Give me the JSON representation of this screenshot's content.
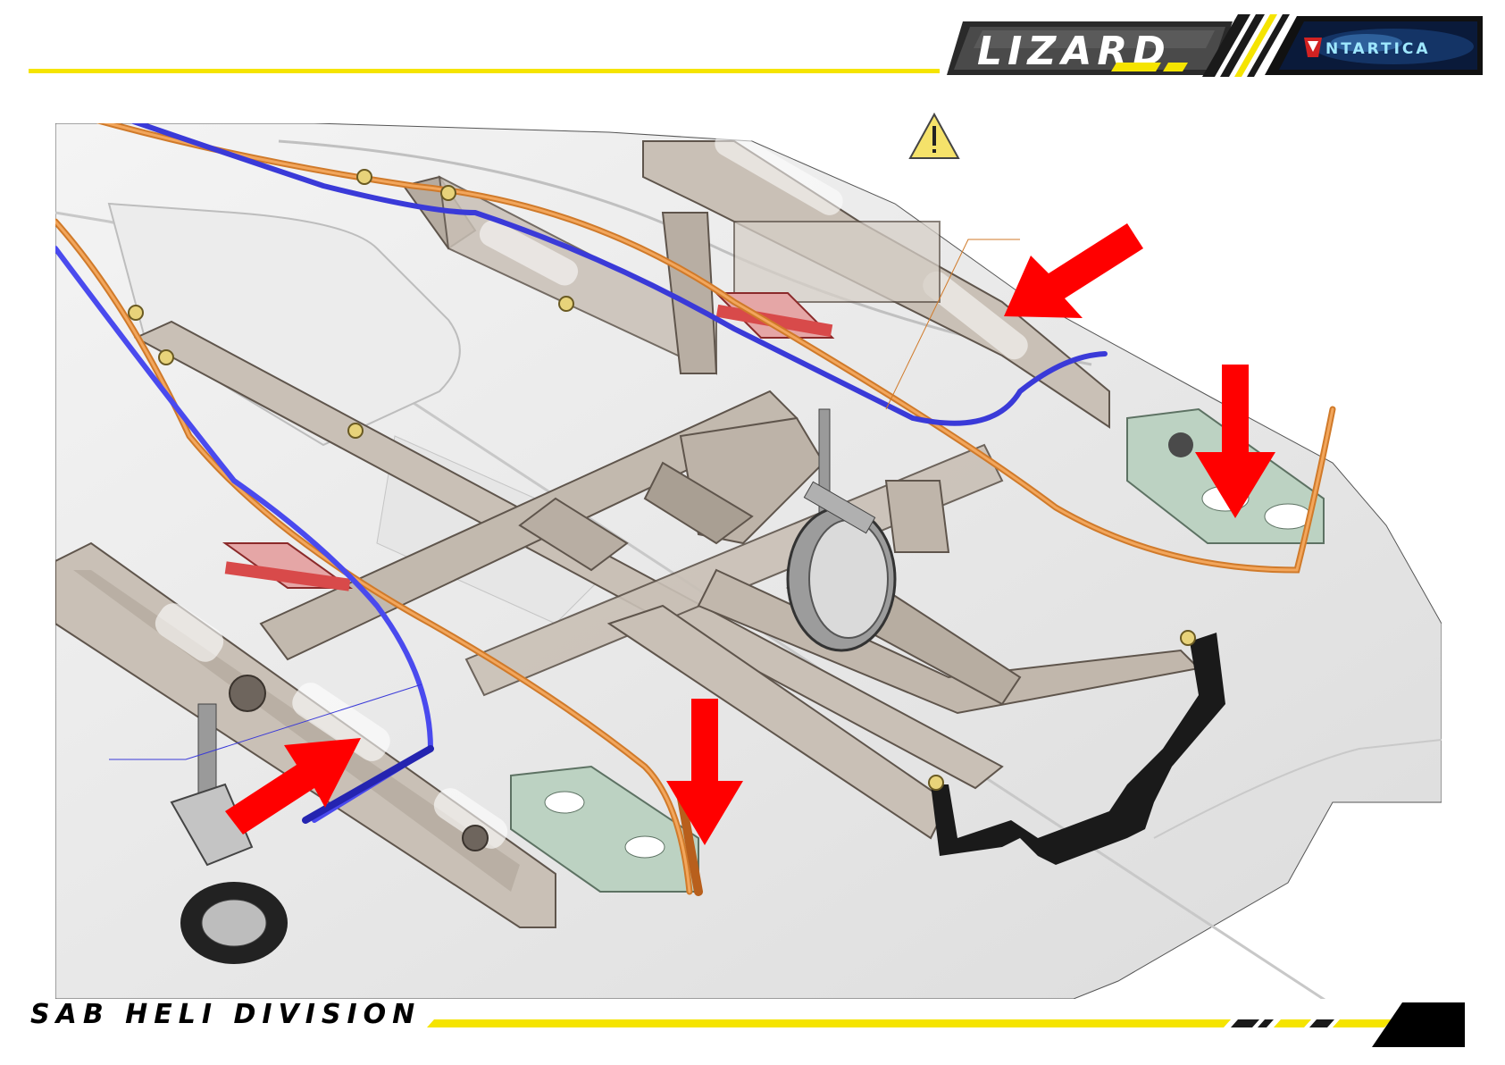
{
  "header": {
    "logo_lizard": "LIZARD",
    "logo_antartica": "NTARTICA",
    "accent_color": "#f5e400"
  },
  "figure": {
    "warning_icon": "warning-triangle-icon",
    "pointer_color": "#ff0000",
    "pointer_count": 4
  },
  "footer": {
    "title": "SAB HELI DIVISION",
    "tab_color": "#000000"
  }
}
